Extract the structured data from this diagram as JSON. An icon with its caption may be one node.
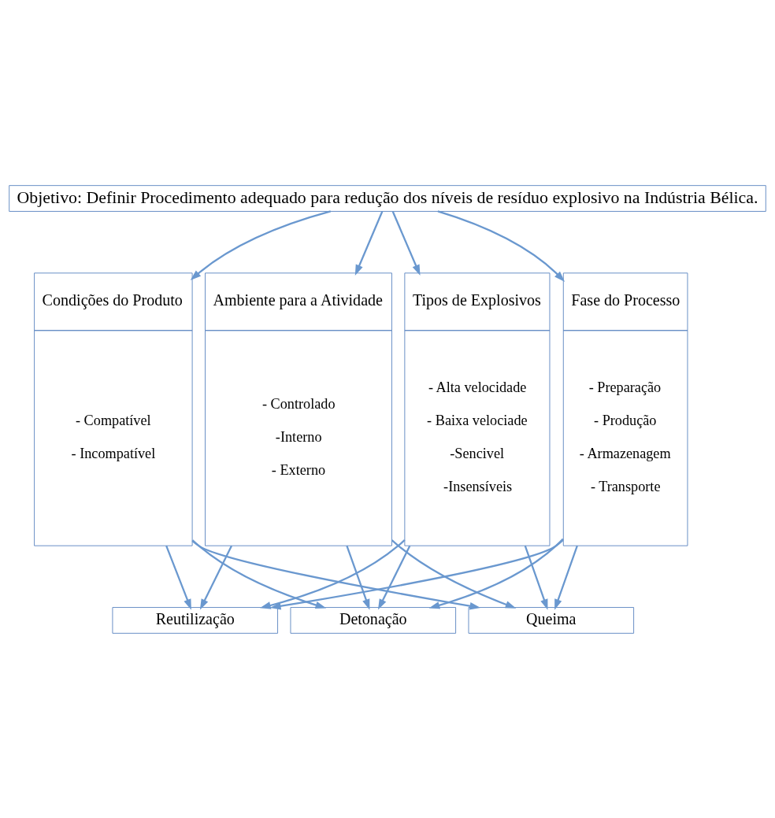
{
  "diagram": {
    "nodes": [
      {
        "text": [
          "Objetivo: Definir Procedimento adequado para redução dos níveis de resíduo explosivo na Indústria Bélica."
        ]
      },
      {
        "text": [
          "Tipos de Explosivos",
          "- Alta velocidade",
          "- Baixa velociade",
          "-Sencivel",
          "-Insensíveis"
        ]
      },
      {
        "text": [
          "Fase do Processo",
          "- Preparação",
          "- Produção",
          "- Armazenagem",
          "- Transporte"
        ]
      },
      {
        "text": [
          "Condições do Produto",
          "- Compatível",
          "- Incompatível"
        ]
      },
      {
        "text": [
          "Ambiente para a Atividade",
          "- Controlado",
          "-Interno",
          "- Externo"
        ]
      },
      {
        "text": [
          "Reutilização"
        ]
      },
      {
        "text": [
          "Detonação"
        ]
      },
      {
        "text": [
          "Queima"
        ]
      }
    ],
    "edges": [
      {
        "from": 0,
        "to": 1,
        "arrow": "to"
      },
      {
        "from": 0,
        "to": 2,
        "arrow": "to"
      },
      {
        "from": 0,
        "to": 3,
        "arrow": "to"
      },
      {
        "from": 0,
        "to": 4,
        "arrow": "to"
      },
      {
        "from": 1,
        "to": 5,
        "arrow": "to"
      },
      {
        "from": 1,
        "to": 6,
        "arrow": "to"
      },
      {
        "from": 1,
        "to": 7,
        "arrow": "to"
      },
      {
        "from": 2,
        "to": 5,
        "arrow": "to"
      },
      {
        "from": 2,
        "to": 6,
        "arrow": "to"
      },
      {
        "from": 2,
        "to": 7,
        "arrow": "to"
      },
      {
        "from": 3,
        "to": 5,
        "arrow": "to"
      },
      {
        "from": 3,
        "to": 6,
        "arrow": "to"
      },
      {
        "from": 3,
        "to": 7,
        "arrow": "to"
      },
      {
        "from": 4,
        "to": 5,
        "arrow": "to"
      },
      {
        "from": 4,
        "to": 6,
        "arrow": "to"
      },
      {
        "from": 4,
        "to": 7,
        "arrow": "to"
      }
    ]
  }
}
